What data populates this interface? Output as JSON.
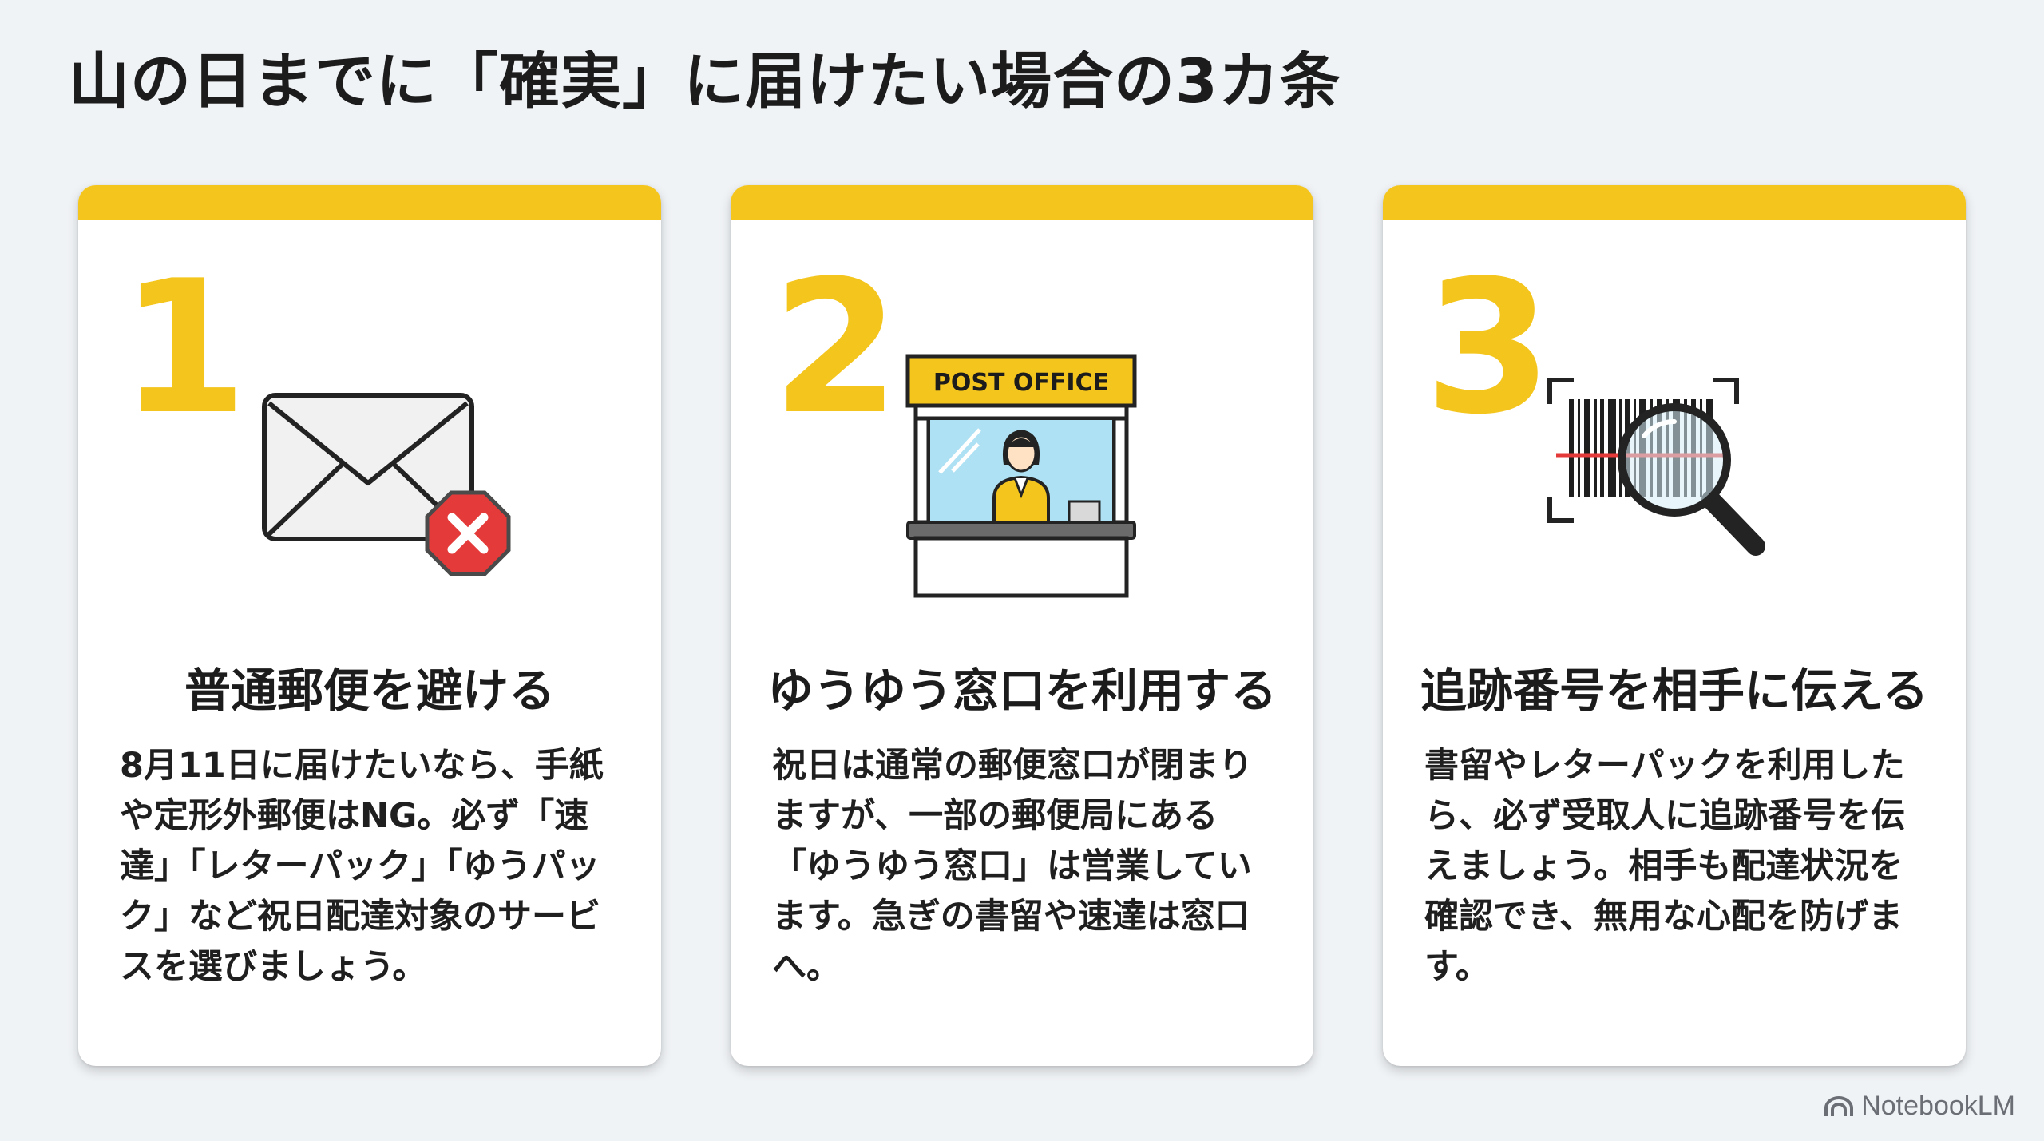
{
  "title": "山の日までに「確実」に届けたい場合の3カ条",
  "cards": [
    {
      "number": "1",
      "icon": "envelope-forbidden-icon",
      "heading": "普通郵便を避ける",
      "body": "8月11日に届けたいなら、手紙や定形外郵便はNG。必ず「速達」「レターパック」「ゆうパック」など祝日配達対象のサービスを選びましょう。"
    },
    {
      "number": "2",
      "icon": "post-office-counter-icon",
      "sign": "POST OFFICE",
      "heading": "ゆうゆう窓口を利用する",
      "body": "祝日は通常の郵便窓口が閉まりますが、一部の郵便局にある「ゆうゆう窓口」は営業しています。急ぎの書留や速達は窓口へ。"
    },
    {
      "number": "3",
      "icon": "barcode-magnifier-icon",
      "heading": "追跡番号を相手に伝える",
      "body": "書留やレターパックを利用したら、必ず受取人に追跡番号を伝えましょう。相手も配達状況を確認でき、無用な心配を防げます。"
    }
  ],
  "watermark": "NotebookLM",
  "colors": {
    "accent": "#f4c51c",
    "background": "#f0f3f6",
    "card": "#ffffff",
    "danger": "#e53a3a",
    "window": "#aee1f3"
  }
}
